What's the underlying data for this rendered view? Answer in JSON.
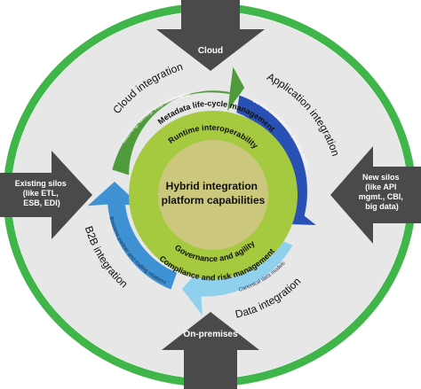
{
  "center": {
    "line1": "Hybrid integration",
    "line2": "platform capabilities"
  },
  "inner_top": {
    "line1": "Metadata life-cycle management",
    "line2": "Runtime interoperability"
  },
  "inner_bottom": {
    "line1": "Governance and agility",
    "line2": "Compliance and risk management"
  },
  "outer_labels": {
    "cloud_integration": "Cloud integration",
    "application_integration": "Application integration",
    "data_integration": "Data integration",
    "b2b_integration": "B2B integration"
  },
  "arc_labels": {
    "cloud": "Matching, identity, trust relationship",
    "application": "Service orchestration, process models",
    "data": "Canonical data models",
    "b2b": "Business partner and trading relations"
  },
  "arrows": {
    "top": "Cloud",
    "bottom": "On-premises",
    "left": "Existing silos (like ETL, ESB, EDI)",
    "left_lines": [
      "Existing silos",
      "(like ETL,",
      "ESB, EDI)"
    ],
    "right": "New silos (like API mgmt., CBI, big data)",
    "right_lines": [
      "New silos",
      "(like API",
      "mgmt., CBI,",
      "big data)"
    ]
  },
  "colors": {
    "outer_ring": "#3fb54a",
    "background": "#e7e7e8",
    "cloud_arc": "#4f9a3b",
    "application_arc": "#2950b5",
    "data_arc": "#8fd0ec",
    "b2b_arc": "#3e92d3",
    "inner_ring": "#a5c93f",
    "center": "#cbc77c",
    "arrow": "#4a4a4a"
  }
}
